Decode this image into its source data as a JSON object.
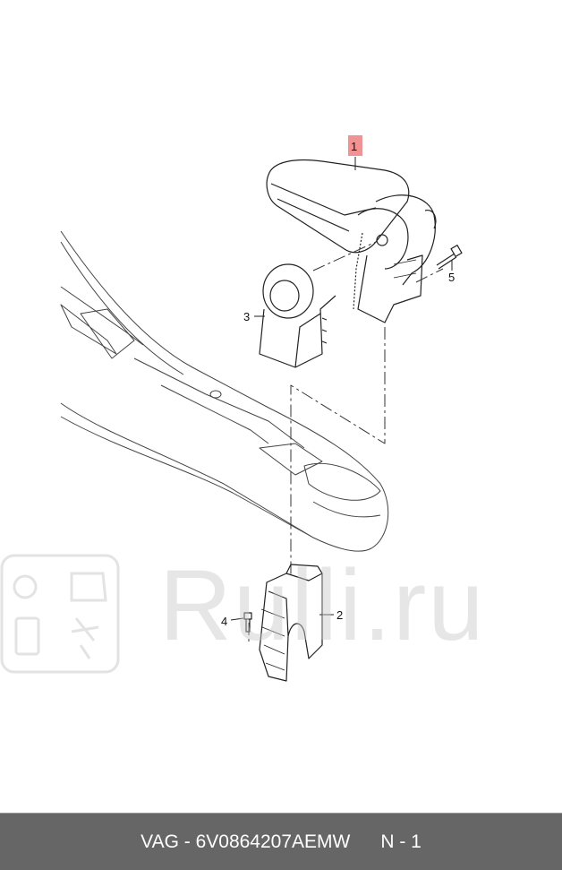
{
  "diagram": {
    "callouts": [
      "1",
      "2",
      "3",
      "4",
      "5"
    ],
    "highlight_color": "#f08080",
    "highlighted_callout": "1"
  },
  "watermark": {
    "text": "Rulli.ru"
  },
  "footer": {
    "part": "VAG - 6V0864207AEMW",
    "position": "N - 1",
    "background": "#666666"
  }
}
